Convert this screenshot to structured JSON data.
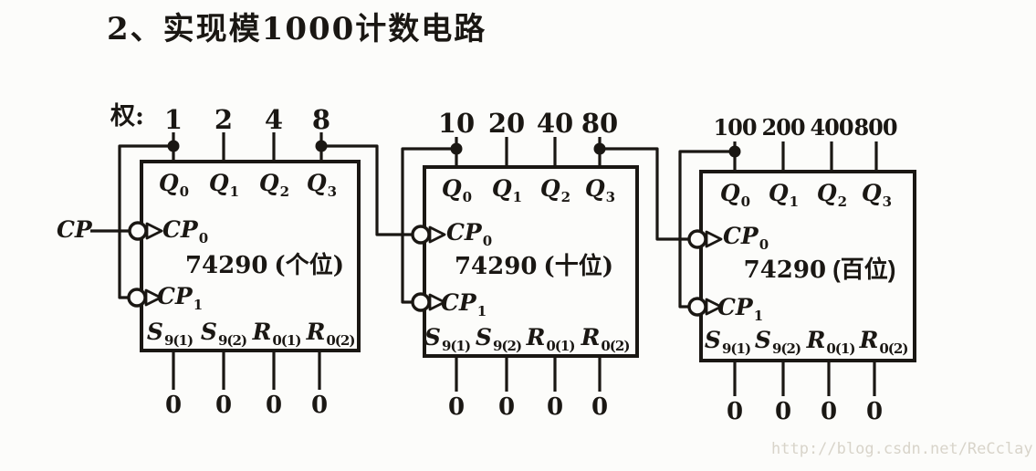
{
  "title": "2、实现模1000计数电路",
  "weights_prefix": "权:",
  "clock_input_label": "CP",
  "chips": [
    {
      "model": "74290",
      "digit_label": "(个位)",
      "weights": [
        "1",
        "2",
        "4",
        "8"
      ],
      "outputs": [
        {
          "base": "Q",
          "sub": "0"
        },
        {
          "base": "Q",
          "sub": "1"
        },
        {
          "base": "Q",
          "sub": "2"
        },
        {
          "base": "Q",
          "sub": "3"
        }
      ],
      "clock_pins": [
        {
          "base": "CP",
          "sub": "0"
        },
        {
          "base": "CP",
          "sub": "1"
        }
      ],
      "control_pins": [
        {
          "base": "S",
          "sub": "9(1)"
        },
        {
          "base": "S",
          "sub": "9(2)"
        },
        {
          "base": "R",
          "sub": "0(1)"
        },
        {
          "base": "R",
          "sub": "0(2)"
        }
      ],
      "control_values": [
        "0",
        "0",
        "0",
        "0"
      ]
    },
    {
      "model": "74290",
      "digit_label": "(十位)",
      "weights": [
        "10",
        "20",
        "40",
        "80"
      ],
      "outputs": [
        {
          "base": "Q",
          "sub": "0"
        },
        {
          "base": "Q",
          "sub": "1"
        },
        {
          "base": "Q",
          "sub": "2"
        },
        {
          "base": "Q",
          "sub": "3"
        }
      ],
      "clock_pins": [
        {
          "base": "CP",
          "sub": "0"
        },
        {
          "base": "CP",
          "sub": "1"
        }
      ],
      "control_pins": [
        {
          "base": "S",
          "sub": "9(1)"
        },
        {
          "base": "S",
          "sub": "9(2)"
        },
        {
          "base": "R",
          "sub": "0(1)"
        },
        {
          "base": "R",
          "sub": "0(2)"
        }
      ],
      "control_values": [
        "0",
        "0",
        "0",
        "0"
      ]
    },
    {
      "model": "74290",
      "digit_label": "(百位)",
      "weights": [
        "100",
        "200",
        "400",
        "800"
      ],
      "outputs": [
        {
          "base": "Q",
          "sub": "0"
        },
        {
          "base": "Q",
          "sub": "1"
        },
        {
          "base": "Q",
          "sub": "2"
        },
        {
          "base": "Q",
          "sub": "3"
        }
      ],
      "clock_pins": [
        {
          "base": "CP",
          "sub": "0"
        },
        {
          "base": "CP",
          "sub": "1"
        }
      ],
      "control_pins": [
        {
          "base": "S",
          "sub": "9(1)"
        },
        {
          "base": "S",
          "sub": "9(2)"
        },
        {
          "base": "R",
          "sub": "0(1)"
        },
        {
          "base": "R",
          "sub": "0(2)"
        }
      ],
      "control_values": [
        "0",
        "0",
        "0",
        "0"
      ]
    }
  ],
  "watermark": "http://blog.csdn.net/ReCclay",
  "colors": {
    "ink": "#1a1713",
    "paper": "#fcfcfa",
    "watermark": "#d8d4ca"
  }
}
